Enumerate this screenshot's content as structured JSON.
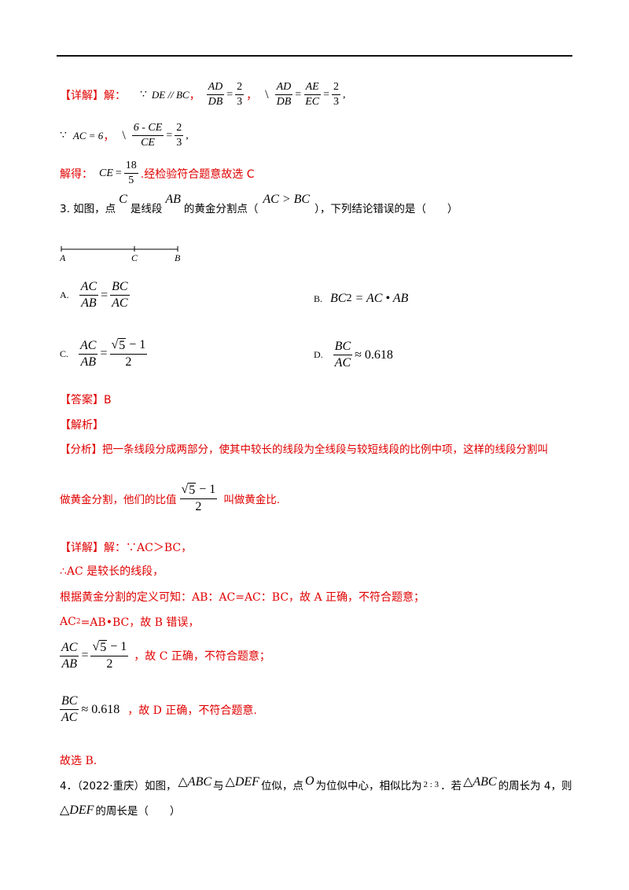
{
  "p1": {
    "tag": "【详解】解：",
    "because": "∵",
    "expr1": "DE // BC",
    "comma": "，",
    "frac_ad_db": {
      "num": "AD",
      "den": "DB"
    },
    "eq": "=",
    "frac_2_3": {
      "num": "2",
      "den": "3"
    },
    "backslash": "\\",
    "frac_ae_ec": {
      "num": "AE",
      "den": "EC"
    },
    "end": ","
  },
  "p2": {
    "because": "∵",
    "expr": "AC = 6",
    "comma": "，",
    "backslash": "\\",
    "frac_6ce_ce": {
      "num": "6 - CE",
      "den": "CE"
    },
    "eq": "=",
    "frac_2_3": {
      "num": "2",
      "den": "3"
    },
    "end": ","
  },
  "p3": {
    "lead": "解得：",
    "ce": "CE",
    "eq": "=",
    "frac_18_5": {
      "num": "18",
      "den": "5"
    },
    "tail": ".经检验符合题意故选 C"
  },
  "q3": {
    "number": "3. 如图，点",
    "c": "C",
    "mid": "是线段",
    "ab": "AB",
    "text2": "的黄金分割点（",
    "cond": "AC > BC",
    "text3": "），下列结论错误的是（　　）"
  },
  "segment": {
    "a": "A",
    "c": "C",
    "b": "B"
  },
  "options": {
    "A": {
      "label": "A.",
      "f1": {
        "num": "AC",
        "den": "AB"
      },
      "eq": "=",
      "f2": {
        "num": "BC",
        "den": "AC"
      }
    },
    "B": {
      "label": "B.",
      "bc": "BC",
      "sup": "2",
      "rest": "= AC • AB"
    },
    "C": {
      "label": "C.",
      "f1": {
        "num": "AC",
        "den": "AB"
      },
      "eq": "=",
      "sqrt_under": "5",
      "minus_one": " − 1",
      "den": "2"
    },
    "D": {
      "label": "D.",
      "f1": {
        "num": "BC",
        "den": "AC"
      },
      "approx": "≈ 0.618"
    }
  },
  "answer": "【答案】B",
  "analysis": "【解析】",
  "fenxi": {
    "text": "【分析】把一条线段分成两部分，使其中较长的线段为全线段与较短线段的比例中项，这样的线段分割叫",
    "line2_a": "做黄金分割，他们的比值",
    "sqrt_under": "5",
    "minus_one": " − 1",
    "den": "2",
    "line2_b": "叫做黄金比."
  },
  "detail": {
    "l1": "【详解】解：∵AC＞BC，",
    "l2": "∴AC 是较长的线段，",
    "l3": "根据黄金分割的定义可知：AB：AC=AC：BC，故 A 正确，不符合题意；",
    "l4_a": "AC",
    "l4_sup": "2",
    "l4_b": "=AB•BC，故 B 错误，",
    "l5_f": {
      "num": "AC",
      "den": "AB"
    },
    "l5_eq": "=",
    "l5_sqrt": "5",
    "l5_minus": " − 1",
    "l5_den": "2",
    "l5_text": "，故 C 正确，不符合题意；",
    "l6_f": {
      "num": "BC",
      "den": "AC"
    },
    "l6_approx": "≈ 0.618",
    "l6_text": "，故 D 正确，不符合题意.",
    "l7": "故选 B."
  },
  "q4": {
    "l1_a": "4．（2022·重庆）如图，",
    "tri1": "△ABC",
    "l1_b": "与",
    "tri2": "△DEF",
    "l1_c": "位似，点",
    "o": "O",
    "l1_d": "为位似中心，相似比为",
    "ratio": "2 : 3",
    "l1_e": "．若",
    "tri3": "△ABC",
    "l1_f": "的周长为 4，则",
    "tri4": "△DEF",
    "l2": "的周长是（　　）"
  }
}
